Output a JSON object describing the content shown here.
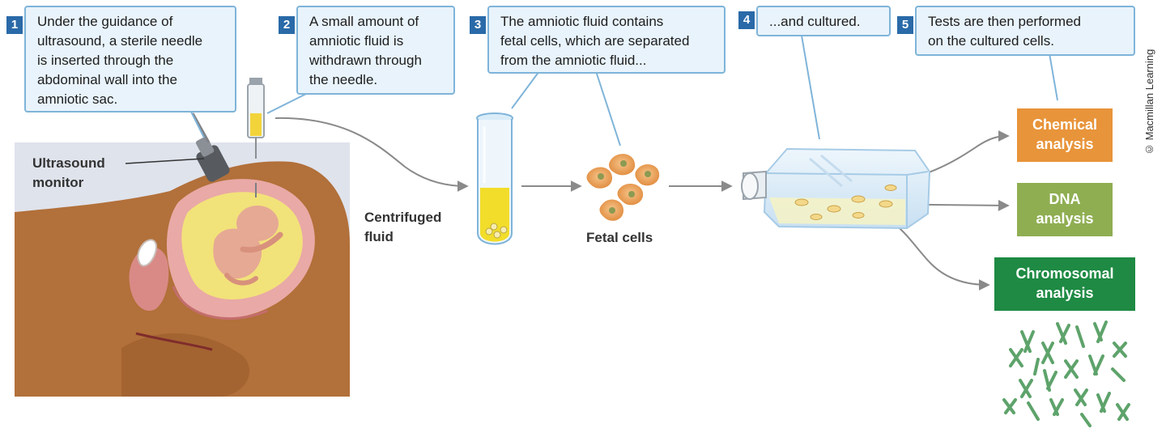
{
  "steps": [
    {
      "number": "1",
      "lines": [
        "Under the guidance of",
        "ultrasound, a sterile needle",
        "is inserted through the",
        "abdominal wall into the",
        "amniotic sac."
      ]
    },
    {
      "number": "2",
      "lines": [
        "A small amount of",
        "amniotic fluid is",
        "withdrawn through",
        "the needle."
      ]
    },
    {
      "number": "3",
      "lines": [
        "The amniotic fluid contains",
        "fetal cells, which are separated",
        "from the amniotic fluid..."
      ]
    },
    {
      "number": "4",
      "lines": [
        "...and cultured."
      ]
    },
    {
      "number": "5",
      "lines": [
        "Tests are then performed",
        "on the cultured cells."
      ]
    }
  ],
  "labels": {
    "ultrasound_monitor": [
      "Ultrasound",
      "monitor"
    ],
    "centrifuged_fluid": [
      "Centrifuged",
      "fluid"
    ],
    "fetal_cells": "Fetal cells"
  },
  "analyses": [
    {
      "lines": [
        "Chemical",
        "analysis"
      ],
      "color": "#e8943a"
    },
    {
      "lines": [
        "DNA",
        "analysis"
      ],
      "color": "#8fae52"
    },
    {
      "lines": [
        "Chromosomal",
        "analysis"
      ],
      "color": "#1e8a43"
    }
  ],
  "colors": {
    "callout_fill": "#e8f3fb",
    "callout_border": "#7fb4d9",
    "step_badge": "#2a6aa8",
    "skin": "#b2703a",
    "uterus": "#e9a9a6",
    "amniotic_fluid": "#f2e27a",
    "chromosome": "#5ea36b",
    "arrow": "#8a8a8a"
  },
  "credit": "© Macmillan Learning"
}
